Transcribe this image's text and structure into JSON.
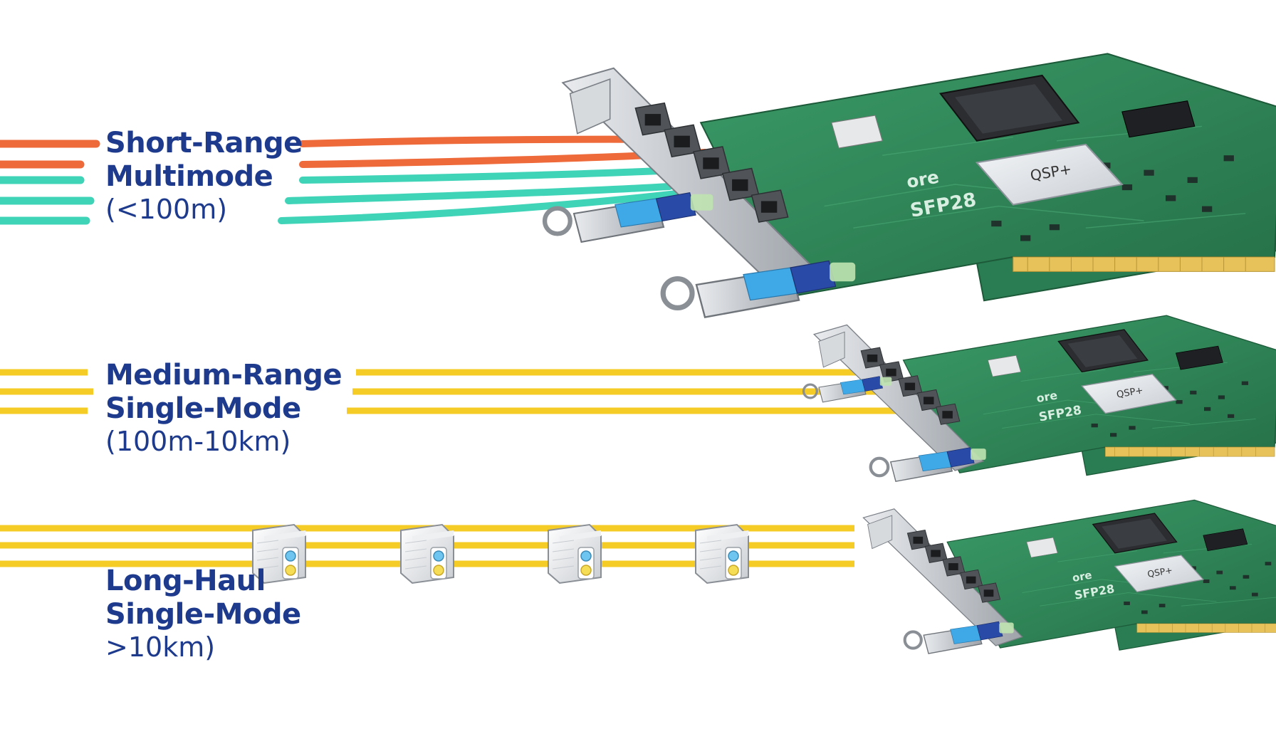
{
  "categories": [
    {
      "id": "short",
      "title": "Short-Range",
      "subtitle": "Multimode",
      "range": "(<100m)"
    },
    {
      "id": "medium",
      "title": "Medium-Range",
      "subtitle": "Single-Mode",
      "range": "(100m-10km)"
    },
    {
      "id": "long",
      "title": "Long-Haul",
      "subtitle": "Single-Mode",
      "range": ">10km)"
    }
  ],
  "card": {
    "chip_label": "QSP+",
    "port_label": "SFP28",
    "brand": "ore"
  },
  "colors": {
    "label": "#1d3a8c",
    "orange_fiber": "#ef6a3a",
    "aqua_fiber": "#3fd3b8",
    "yellow_fiber": "#f5cc25",
    "pcb": "#2f8a5a",
    "pcb_dark": "#236b45",
    "gold": "#e7c25a",
    "bracket": "#c8ccd1",
    "transceiver_label": "#3fa8e6",
    "transceiver_blue": "#2a4aa8"
  },
  "icons": [
    "pcie-network-card",
    "sfp-transceiver",
    "pull-ring",
    "fiber-repeater-box",
    "rj45-port"
  ]
}
